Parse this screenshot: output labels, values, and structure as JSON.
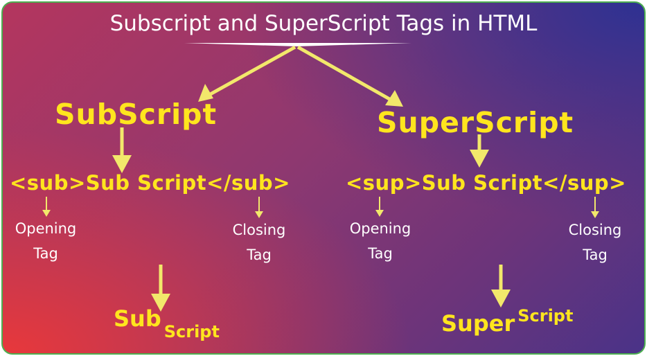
{
  "title": "Subscript and SuperScript Tags in HTML",
  "colors": {
    "heading": "#ffe51e",
    "label": "#ffffff",
    "arrow_yellow": "#f2e86b",
    "border": "#4caf50",
    "gradient_start": "#e8383b",
    "gradient_end": "#2e3192"
  },
  "subscript": {
    "heading": "SubScript",
    "code": "<sub>Sub Script</sub>",
    "opening_label": [
      "Opening",
      "Tag"
    ],
    "closing_label": [
      "Closing",
      "Tag"
    ],
    "result_main": "Sub",
    "result_small": "Script"
  },
  "superscript": {
    "heading": "SuperScript",
    "code": "<sup>Sub Script</sup>",
    "opening_label": [
      "Opening",
      "Tag"
    ],
    "closing_label": [
      "Closing",
      "Tag"
    ],
    "result_main": "Super",
    "result_small": "Script"
  },
  "icons": [
    "arrow-down-icon",
    "arrow-diagonal-icon"
  ]
}
